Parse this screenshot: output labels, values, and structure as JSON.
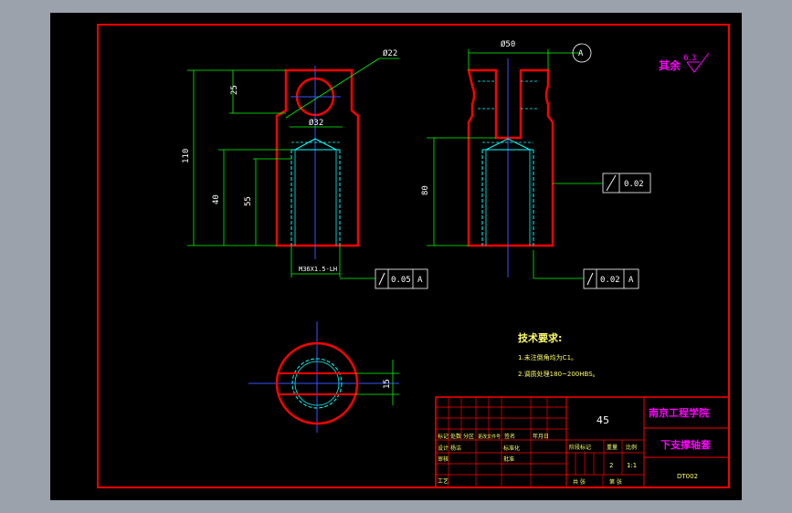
{
  "drawing": {
    "dims": {
      "dia_22": "Ø22",
      "dia_32": "Ø32",
      "dia_50": "Ø50",
      "len_110": "110",
      "len_40": "40",
      "len_55": "55",
      "len_25": "25",
      "len_80": "80",
      "width_15": "15",
      "thread": "M36X1.5-LH"
    },
    "datum_a": "A",
    "tolerances": {
      "left_value": "0.05",
      "left_datum": "A",
      "right_value": "0.02",
      "right_datum": "A",
      "cylindricity_value": "0.02"
    },
    "roughness": {
      "label": "其余",
      "value": "6.3"
    },
    "tech_req": {
      "title": "技术要求:",
      "line1": "1.未注倒角均为C1。",
      "line2": "2.调质处理180~200HBS。"
    },
    "title_block": {
      "material": "45",
      "school": "南京工程学院",
      "part_name": "下支撑轴套",
      "drawing_no": "DT002",
      "scale": "1:1",
      "qty": "2",
      "hdr_stage": "阶段标记",
      "hdr_weight": "重量",
      "hdr_scale": "比例",
      "hdr_sheets": "共 张",
      "hdr_sheet": "第 张",
      "row_mark": "标记",
      "row_count": "处数",
      "row_zone": "分区",
      "row_doc": "更改文件号",
      "row_sign": "签名",
      "row_date": "年月日",
      "design": "设计",
      "std": "标准化",
      "check": "审核",
      "process": "工艺",
      "approve": "批准",
      "designer": "杨洁"
    }
  }
}
